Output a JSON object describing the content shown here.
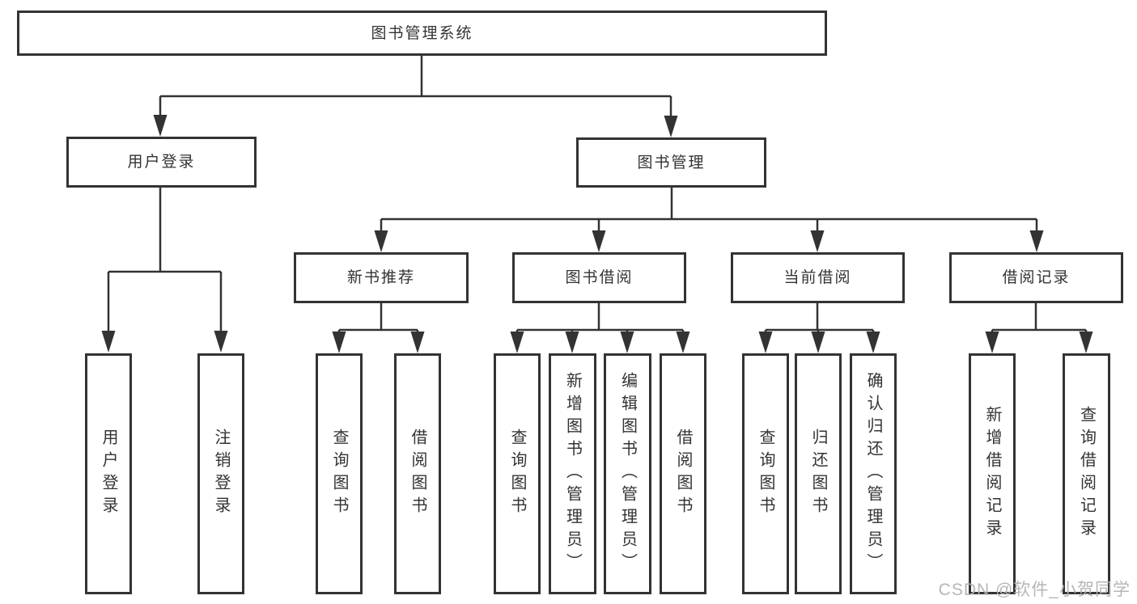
{
  "diagram": {
    "tree": {
      "label": "图书管理系统",
      "children": [
        {
          "label": "用户登录",
          "children": [
            {
              "label": "用户登录"
            },
            {
              "label": "注销登录"
            }
          ]
        },
        {
          "label": "图书管理",
          "children": [
            {
              "label": "新书推荐",
              "children": [
                {
                  "label": "查询图书"
                },
                {
                  "label": "借阅图书"
                }
              ]
            },
            {
              "label": "图书借阅",
              "children": [
                {
                  "label": "查询图书"
                },
                {
                  "label": "新增图书（管理员）"
                },
                {
                  "label": "编辑图书（管理员）"
                },
                {
                  "label": "借阅图书"
                }
              ]
            },
            {
              "label": "当前借阅",
              "children": [
                {
                  "label": "查询图书"
                },
                {
                  "label": "归还图书"
                },
                {
                  "label": "确认归还（管理员）"
                }
              ]
            },
            {
              "label": "借阅记录",
              "children": [
                {
                  "label": "新增借阅记录"
                },
                {
                  "label": "查询借阅记录"
                }
              ]
            }
          ]
        }
      ]
    },
    "colors": {
      "line": "#333333",
      "text": "#333333",
      "background": "#ffffff",
      "watermark": "#b2b2b2"
    }
  },
  "watermark": "CSDN @软件_小贺同学"
}
